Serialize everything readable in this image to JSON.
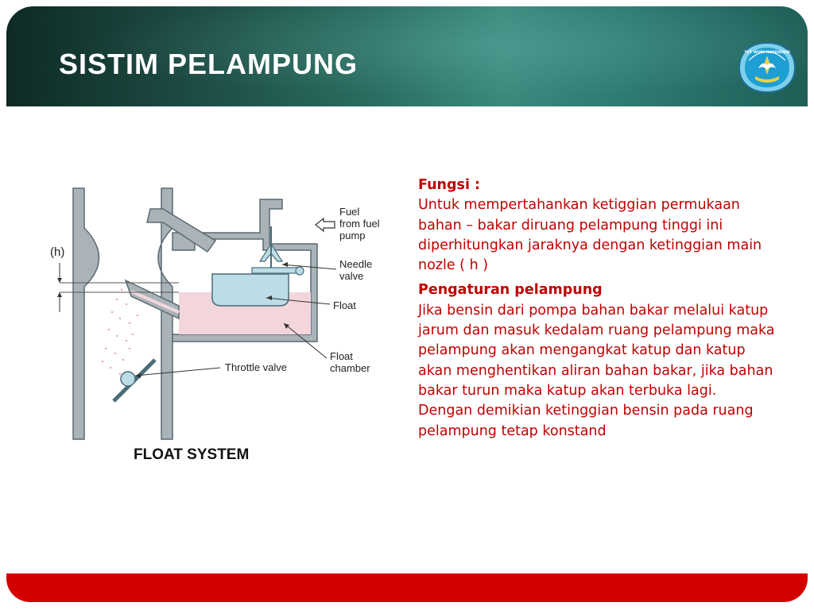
{
  "slide": {
    "title": "SISTIM PELAMPUNG",
    "logo_text": "TUT WURI HANDAYANI"
  },
  "figure": {
    "caption": "FLOAT SYSTEM",
    "labels": {
      "fuel_line1": "Fuel",
      "fuel_line2": "from fuel",
      "fuel_line3": "pump",
      "needle_line1": "Needle",
      "needle_line2": "valve",
      "float": "Float",
      "chamber_line1": "Float",
      "chamber_line2": "chamber",
      "throttle": "Throttle valve",
      "h": "(h)"
    }
  },
  "content": {
    "fungsi_heading": "Fungsi :",
    "fungsi_text": "Untuk mempertahankan ketiggian permukaan bahan – bakar diruang pelampung tinggi ini diperhitungkan jaraknya dengan ketinggian main nozle ( h )",
    "pengaturan_heading": "Pengaturan pelampung",
    "pengaturan_text": "Jika bensin dari pompa bahan bakar melalui katup jarum dan masuk kedalam ruang pelampung maka pelampung akan mengangkat katup dan katup akan menghentikan aliran bahan bakar, jika bahan bakar turun maka katup akan terbuka lagi.",
    "kesimpulan_text": "Dengan demikian ketinggian bensin pada ruang pelampung tetap konstand"
  },
  "colors": {
    "text_accent": "#c00000",
    "footer_bar": "#d40000",
    "header_dark": "#1c4a42",
    "float_fill": "#bcdde6",
    "fuel_fill": "#f3d6dc",
    "wall_fill": "#a9b3b8"
  }
}
